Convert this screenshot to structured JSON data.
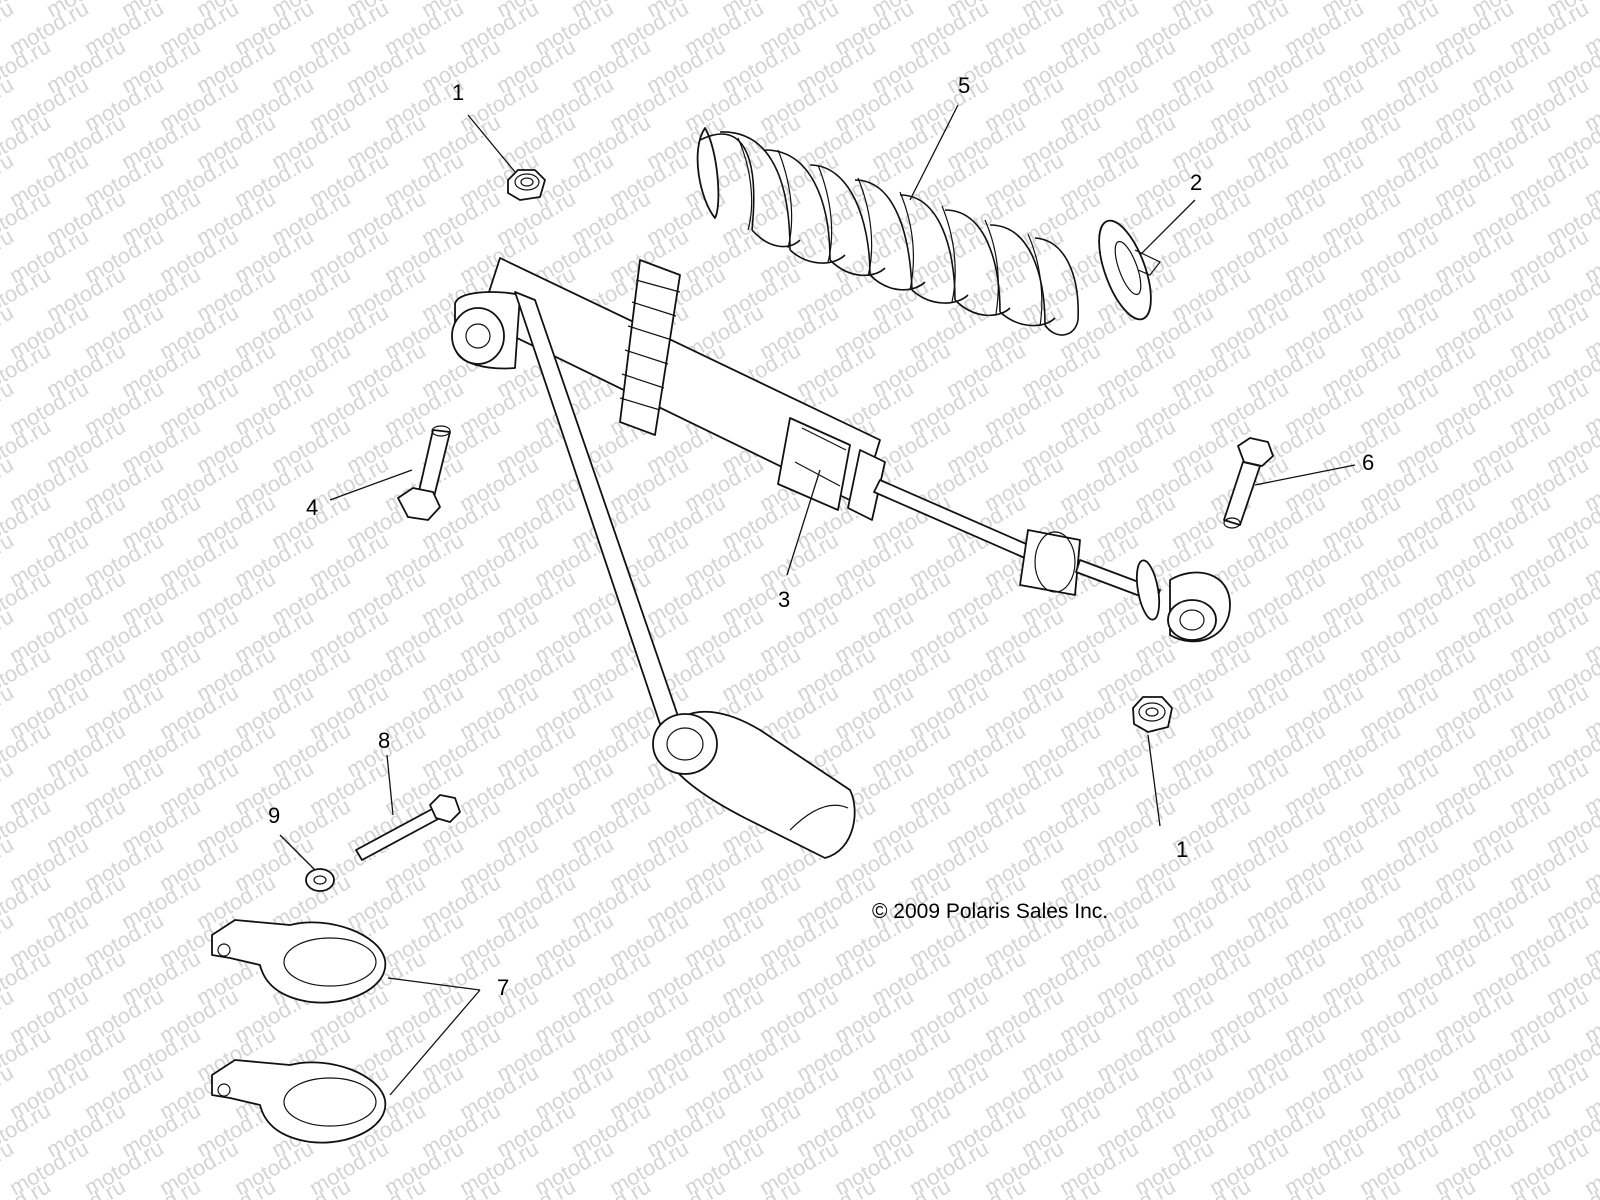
{
  "watermark": {
    "text": "motod.ru"
  },
  "copyright": "© 2009 Polaris Sales Inc.",
  "callouts": [
    {
      "id": "c1a",
      "label": "1"
    },
    {
      "id": "c5",
      "label": "5"
    },
    {
      "id": "c2",
      "label": "2"
    },
    {
      "id": "c4",
      "label": "4"
    },
    {
      "id": "c3",
      "label": "3"
    },
    {
      "id": "c6",
      "label": "6"
    },
    {
      "id": "c8",
      "label": "8"
    },
    {
      "id": "c9",
      "label": "9"
    },
    {
      "id": "c1b",
      "label": "1"
    },
    {
      "id": "c7",
      "label": "7"
    }
  ]
}
